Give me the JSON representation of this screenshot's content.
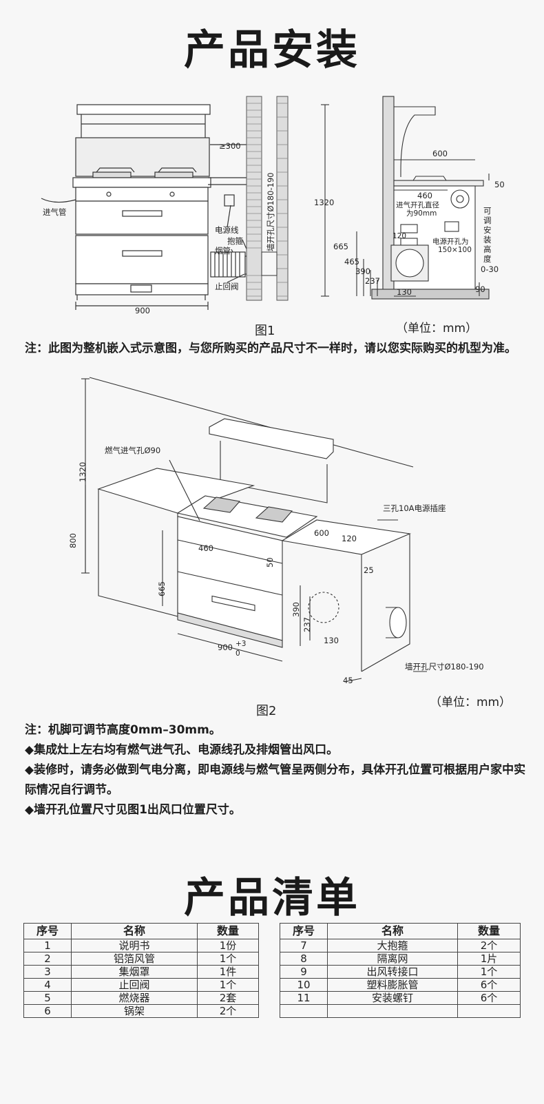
{
  "install_title": "产品安装",
  "fig1": {
    "caption": "图1",
    "unit": "（单位：mm）",
    "labels": {
      "gt300": "≥300",
      "inlet_pipe": "进气管",
      "power_cord": "电源线",
      "clamp": "抱箍",
      "flue_pipe": "烟管",
      "check_valve": "止回阀",
      "wall_hole": "墙开孔尺寸Ø180-190",
      "w900": "900",
      "d1320": "1320",
      "d600": "600",
      "d50": "50",
      "d460": "460",
      "inlet_hole": "进气开孔直径",
      "inlet_hole_size": "为90mm",
      "d665": "665",
      "d120": "120",
      "power_hole": "电源开孔为",
      "power_hole_size": "150×100",
      "d465": "465",
      "d390": "390",
      "d237": "237",
      "d130": "130",
      "d90": "90",
      "adjustable": [
        "可",
        "调",
        "安",
        "装",
        "高",
        "度"
      ],
      "adj_range": "0-30"
    }
  },
  "note1": "注：此图为整机嵌入式示意图，与您所购买的产品尺寸不一样时，请以您实际购买的机型为准。",
  "fig2": {
    "caption": "图2",
    "unit": "（单位：mm）",
    "labels": {
      "gas_inlet": "燃气进气孔Ø90",
      "d1320": "1320",
      "d800": "800",
      "d460": "460",
      "d665": "665",
      "d600": "600",
      "d120": "120",
      "socket": "三孔10A电源插座",
      "d25": "25",
      "d50": "50",
      "d390": "390",
      "d237": "237",
      "d130": "130",
      "d900": "900",
      "tol_plus": "+3",
      "tol_zero": "0",
      "d45": "45",
      "wall_hole": "墙开孔尺寸Ø180-190"
    }
  },
  "notes2": [
    "注：机脚可调节高度0mm–30mm。",
    "◆集成灶上左右均有燃气进气孔、电源线孔及排烟管出风口。",
    "◆装修时，请务必做到气电分离，即电源线与燃气管呈两侧分布，具体开孔位置可根据用户家中实际情况自行调节。",
    "◆墙开孔位置尺寸见图1出风口位置尺寸。"
  ],
  "list_title": "产品清单",
  "table_headers": [
    "序号",
    "名称",
    "数量"
  ],
  "table_left": [
    [
      "1",
      "说明书",
      "1份"
    ],
    [
      "2",
      "铝箔风管",
      "1个"
    ],
    [
      "3",
      "集烟罩",
      "1件"
    ],
    [
      "4",
      "止回阀",
      "1个"
    ],
    [
      "5",
      "燃烧器",
      "2套"
    ],
    [
      "6",
      "锅架",
      "2个"
    ]
  ],
  "table_right": [
    [
      "7",
      "大抱箍",
      "2个"
    ],
    [
      "8",
      "隔离网",
      "1片"
    ],
    [
      "9",
      "出风转接口",
      "1个"
    ],
    [
      "10",
      "塑料膨胀管",
      "6个"
    ],
    [
      "11",
      "安装螺钉",
      "6个"
    ],
    [
      "",
      "",
      ""
    ]
  ]
}
